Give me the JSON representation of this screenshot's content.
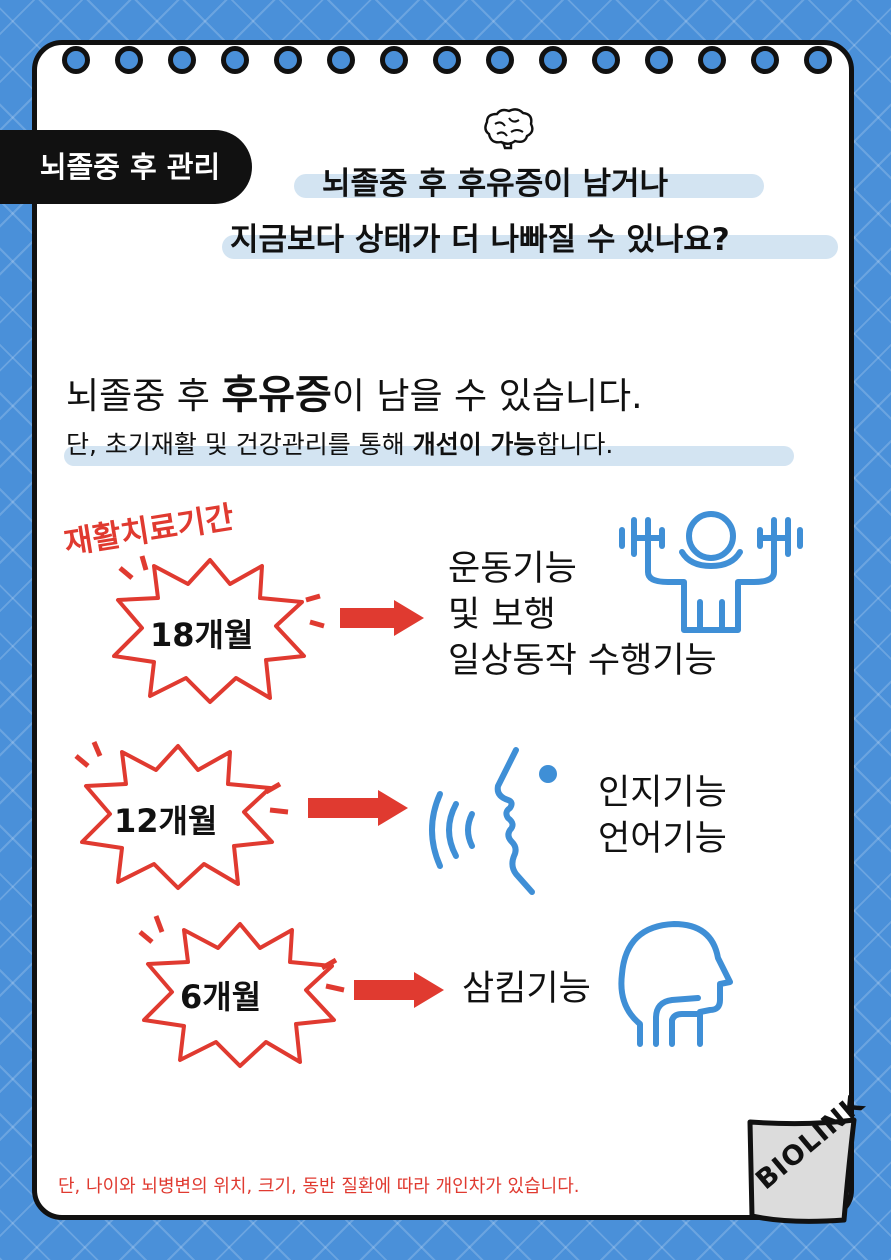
{
  "tag": "뇌졸중 후 관리",
  "title": {
    "line1": "뇌졸중 후 후유증이 남거나",
    "line2": "지금보다  상태가 더 나빠질 수 있나요?"
  },
  "intro": {
    "main_prefix": "뇌졸중 후 ",
    "main_bold": "후유증",
    "main_suffix": "이 남을 수 있습니다.",
    "sub_prefix": "단, 초기재활 및 건강관리를 통해 ",
    "sub_bold": "개선이 가능",
    "sub_suffix": "합니다."
  },
  "period_label": "재활치료기간",
  "periods": [
    {
      "duration": "18개월",
      "functions": [
        "운동기능",
        "및 보행",
        "일상동작 수행기능"
      ],
      "icon": "exercise-person-icon"
    },
    {
      "duration": "12개월",
      "functions": [
        "인지기능",
        "언어기능"
      ],
      "icon": "speaking-face-icon"
    },
    {
      "duration": "6개월",
      "functions": [
        "삼킴기능"
      ],
      "icon": "swallowing-head-icon"
    }
  ],
  "footnote": "단, 나이와 뇌병변의 위치, 크기, 동반 질환에 따라 개인차가 있습니다.",
  "brand": "BIOLINK",
  "colors": {
    "background_blue": "#4a90d9",
    "accent_red": "#e03a30",
    "highlight_blue": "#d3e4f2",
    "icon_blue": "#3f8fd6"
  }
}
